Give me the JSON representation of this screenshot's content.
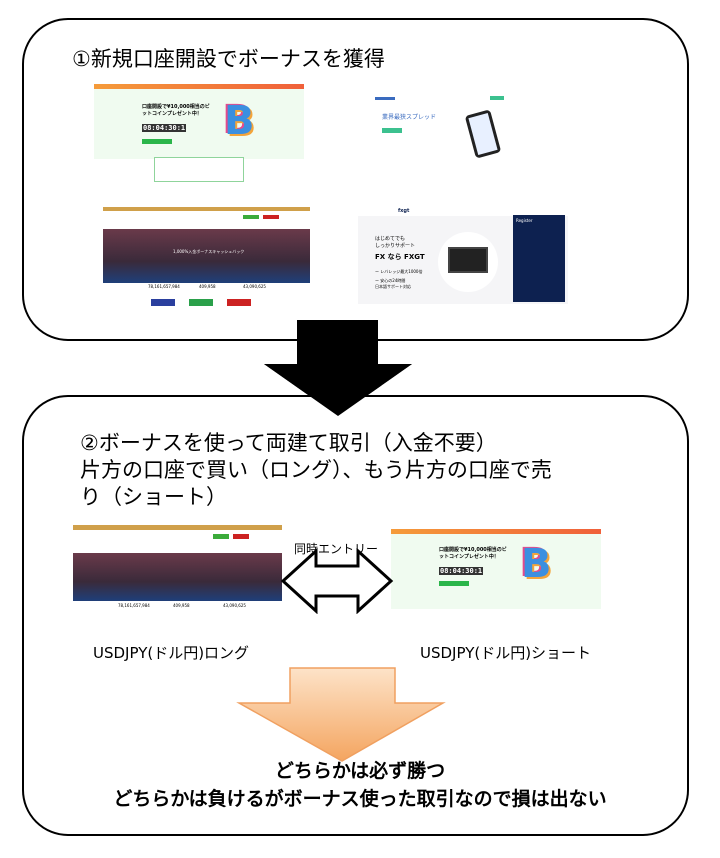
{
  "step1": {
    "title": "①新規口座開設でボーナスを獲得"
  },
  "step2": {
    "line1": "②ボーナスを使って両建て取引（入金不要）",
    "line2": "片方の口座で買い（ロング）、もう片方の口座で売",
    "line3": "り（ショート）"
  },
  "thumbnails": {
    "bitcoin": {
      "headline": "口座開設で¥10,000相当のビットコインプレゼント中！",
      "countdown": "08:04:30:1",
      "letter": "B"
    },
    "tradersfx": {
      "headline": "業界最狭スプレッド"
    },
    "boxing": {
      "headline": "1,000%入金ボーナスキャッシュバック",
      "stats": [
        "78,161,657,984",
        "409,958",
        "43,090,625"
      ]
    },
    "fxgt": {
      "logo": "fxgt",
      "line1": "はじめてでも",
      "line2": "しっかりサポート",
      "brand": "FX なら FXGT",
      "point1": "ー レバレッジ最大1000倍",
      "point2": "ー 安心の24時間",
      "point3": "日本語サポート対応",
      "panel_title": "Register"
    }
  },
  "entry_label": "同時エントリー",
  "long_label": "USDJPY(ドル円)ロング",
  "short_label": "USDJPY(ドル円)ショート",
  "conclusion": {
    "line1": "どちらかは必ず勝つ",
    "line2": "どちらかは負けるがボーナス使った取引なので損は出ない"
  },
  "colors": {
    "orange_arrow_top": "#fbd5b0",
    "orange_arrow_bottom": "#f4a560",
    "orange_stroke": "#f0a060",
    "bitcoin_green": "#2bb54a",
    "fxgt_navy": "#0d2150"
  }
}
